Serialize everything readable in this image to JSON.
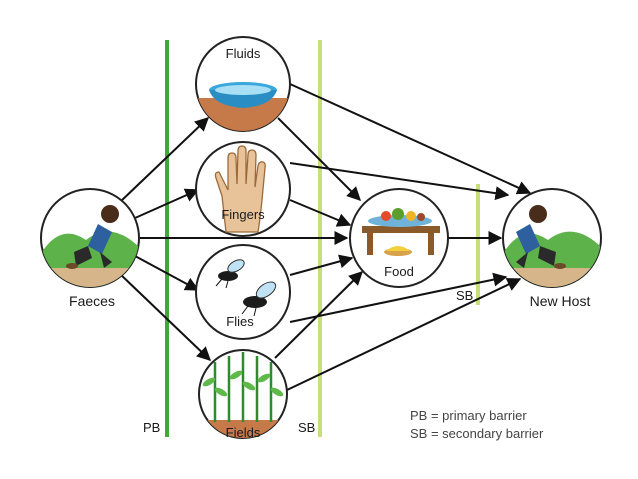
{
  "nodes": {
    "fluids": "Fluids",
    "fingers": "Fingers",
    "flies": "Flies",
    "fields": "Fields",
    "food": "Food",
    "faeces": "Faeces",
    "new_host": "New Host"
  },
  "barriers": {
    "pb": "PB",
    "sb_left": "SB",
    "sb_right": "SB",
    "primary_color": "#3daa35",
    "secondary_color": "#c6df7a"
  },
  "legend": {
    "line1": "PB = primary barrier",
    "line2": "SB = secondary barrier"
  },
  "icons": {
    "fluids": "water-bowl-icon",
    "fingers": "hand-icon",
    "flies": "flies-icon",
    "fields": "crops-icon",
    "food": "food-table-icon",
    "faeces": "squatting-person-icon",
    "new_host": "squatting-person-icon"
  }
}
